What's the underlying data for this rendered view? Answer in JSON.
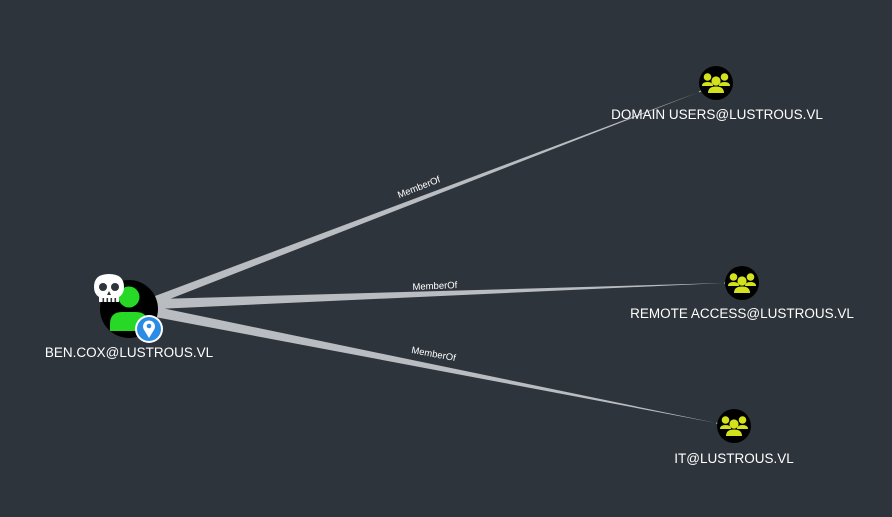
{
  "colors": {
    "background": "#2e343b",
    "edge": "#b9bcc0",
    "user_icon": "#27d827",
    "group_icon": "#d4e21d",
    "node_circle": "#000000",
    "pin_badge": "#2a8de3",
    "skull": "#ffffff"
  },
  "nodes": {
    "user": {
      "label": "BEN.COX@LUSTROUS.VL",
      "icon": "user-icon",
      "badges": [
        "skull-icon",
        "location-pin-icon"
      ]
    },
    "domain_users": {
      "label": "DOMAIN USERS@LUSTROUS.VL",
      "icon": "group-icon"
    },
    "remote_access": {
      "label": "REMOTE ACCESS@LUSTROUS.VL",
      "icon": "group-icon"
    },
    "it": {
      "label": "IT@LUSTROUS.VL",
      "icon": "group-icon"
    }
  },
  "edges": [
    {
      "from": "user",
      "to": "domain_users",
      "label": "MemberOf"
    },
    {
      "from": "user",
      "to": "remote_access",
      "label": "MemberOf"
    },
    {
      "from": "user",
      "to": "it",
      "label": "MemberOf"
    }
  ]
}
